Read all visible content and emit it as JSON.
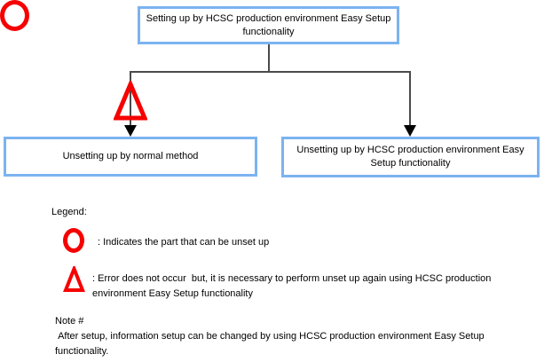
{
  "flowchart": {
    "top_box": {
      "label": "Setting up by HCSC production environment Easy Setup functionality"
    },
    "left_box": {
      "label": "Unsetting up by normal method"
    },
    "right_box": {
      "label": "Unsetting up by HCSC production environment Easy Setup functionality"
    },
    "left_branch_symbol": "triangle-icon",
    "right_branch_symbol": "circle-icon"
  },
  "legend": {
    "title": "Legend:",
    "items": [
      {
        "symbol": "circle-icon",
        "label": ": Indicates the part that can be unset up"
      },
      {
        "symbol": "triangle-icon",
        "label": ": Error does not occur  but, it is necessary to perform unset up again using HCSC production environment Easy Setup functionality"
      }
    ]
  },
  "note": {
    "title": "Note #",
    "body": " After setup, information setup can be changed by using HCSC production environment Easy Setup functionality."
  },
  "colors": {
    "box_border": "#7cb3f0",
    "connector": "#4a4a4a",
    "symbol_red": "#f70000",
    "arrow": "#000000",
    "text": "#000000",
    "background": "#ffffff"
  }
}
